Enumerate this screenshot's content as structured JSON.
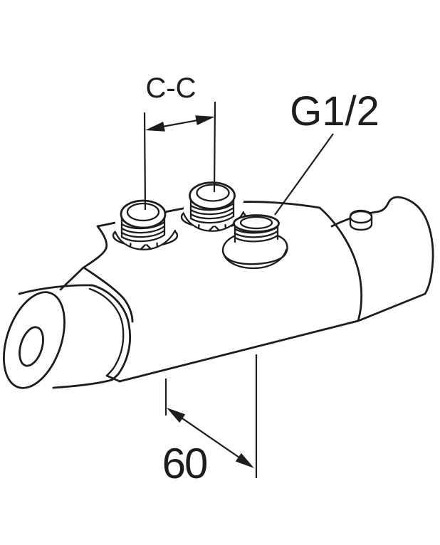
{
  "canvas": {
    "background": "#ffffff",
    "line_color": "#1d1d1b"
  },
  "dimensions": {
    "port_center_distance_label": "C-C",
    "thread_size_label": "G1/2",
    "offset_label": "60"
  }
}
